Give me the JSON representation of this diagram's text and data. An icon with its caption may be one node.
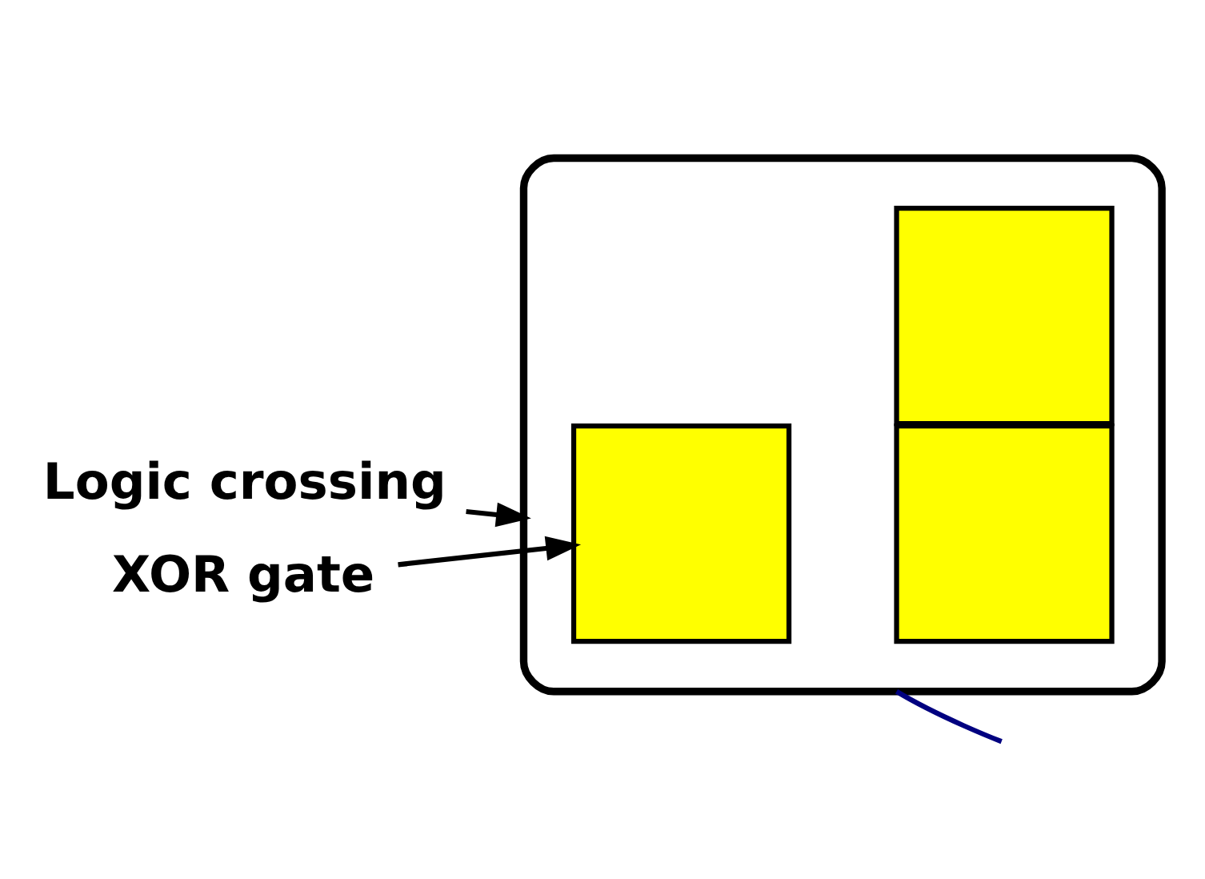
{
  "diagram": {
    "nodes": [
      {
        "text": [
          "Logic crossing"
        ]
      },
      {
        "text": [],
        "shape": "blob"
      },
      {
        "text": [],
        "shape": "box",
        "in": 1
      },
      {
        "text": [],
        "shape": "box",
        "in": 1
      },
      {
        "text": [],
        "shape": "box",
        "in": 1
      },
      {
        "text": [
          "XOR gate"
        ]
      }
    ],
    "edges": [
      {
        "from": 0,
        "to": 1,
        "arrow": "to"
      },
      {
        "from": 5,
        "to": 2,
        "arrow": "to"
      },
      {
        "from": 1,
        "to": null,
        "arrow": "none",
        "color": "#000080"
      }
    ]
  }
}
